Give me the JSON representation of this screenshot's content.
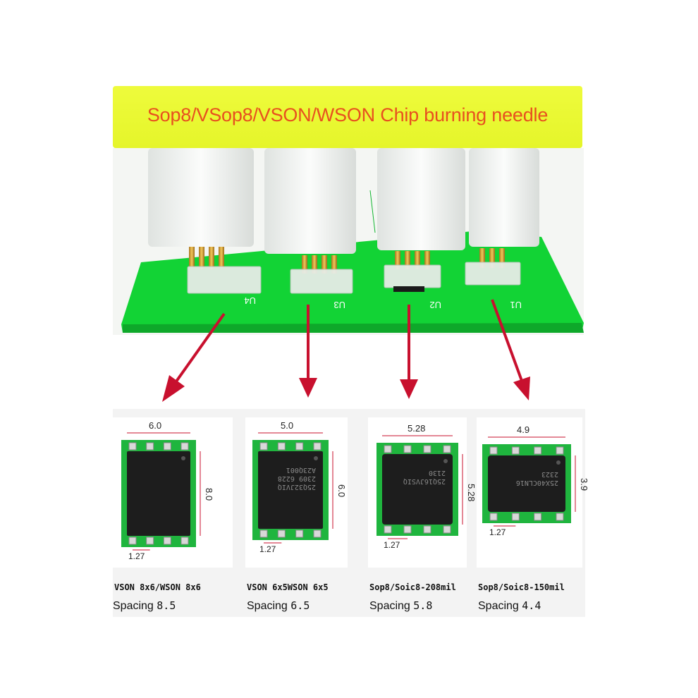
{
  "banner": {
    "title": "Sop8/VSop8/VSON/WSON Chip burning needle"
  },
  "board": {
    "socket_labels": [
      "U4",
      "U3",
      "U2",
      "U1"
    ]
  },
  "panels": [
    {
      "dim_top": "6.0",
      "dim_side": "8.0",
      "pitch": "1.27",
      "chip_marking": "",
      "name": "VSON 8x6/WSON 8x6",
      "spacing_label": "Spacing",
      "spacing_value": "8.5"
    },
    {
      "dim_top": "5.0",
      "dim_side": "6.0",
      "pitch": "1.27",
      "chip_marking": "25Q32JVIQ 2309 6228 A23Q001",
      "name": "VSON 6x5WSON 6x5",
      "spacing_label": "Spacing",
      "spacing_value": "6.5"
    },
    {
      "dim_top": "5.28",
      "dim_side": "5.28",
      "pitch": "1.27",
      "chip_marking": "25Q16JVSIQ 2130",
      "name": "Sop8/Soic8-208mil",
      "spacing_label": "Spacing",
      "spacing_value": "5.8"
    },
    {
      "dim_top": "4.9",
      "dim_side": "3.9",
      "pitch": "1.27",
      "chip_marking": "25X40CLN16 2323",
      "name": "Sop8/Soic8-150mil",
      "spacing_label": "Spacing",
      "spacing_value": "4.4"
    }
  ],
  "colors": {
    "banner_bg": "#e9f731",
    "banner_text": "#e8501f",
    "pcb_green": "#12d335",
    "arrow_red": "#c8102e"
  }
}
